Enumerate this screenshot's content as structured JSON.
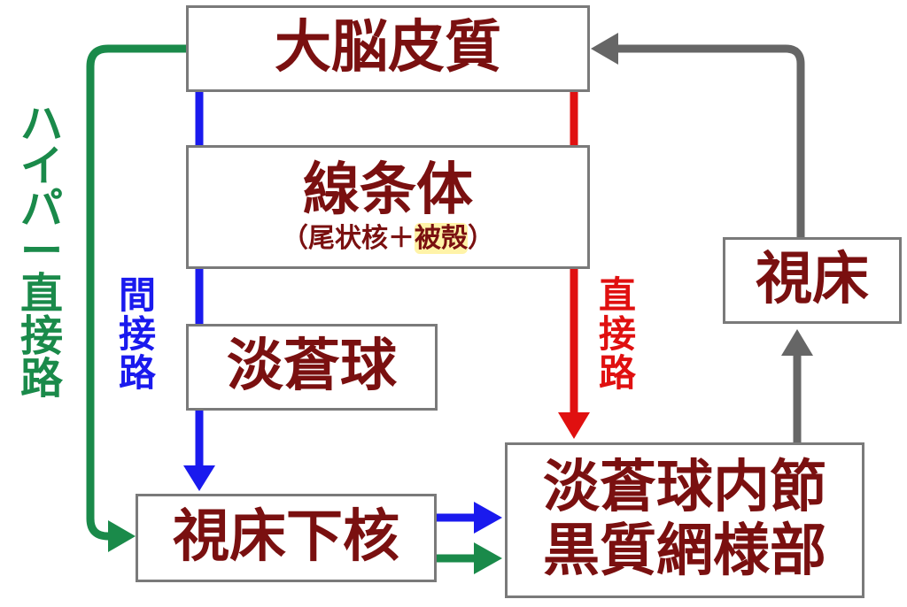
{
  "nodes": {
    "cortex": "大脳皮質",
    "striatum": "線条体",
    "striatum_sub_pre": "（尾状核＋",
    "striatum_sub_hl": "被殻",
    "striatum_sub_post": "）",
    "gp_external": "淡蒼球",
    "stn": "視床下核",
    "gpi_snr_line1": "淡蒼球内節",
    "gpi_snr_line2": "黒質網様部",
    "thalamus": "視床"
  },
  "pathways": {
    "indirect": [
      "間",
      "接",
      "路"
    ],
    "direct": [
      "直",
      "接",
      "路"
    ],
    "hyperdirect": [
      "ハ",
      "イ",
      "パ",
      "ー",
      "直",
      "接",
      "路"
    ]
  },
  "colors": {
    "indirect": "#1a1aee",
    "direct": "#e01010",
    "hyperdirect": "#1a8a4a",
    "feedback": "#666666",
    "node_text": "#7a1010",
    "node_border": "#7a7a7a",
    "highlight": "#fff3a8"
  }
}
